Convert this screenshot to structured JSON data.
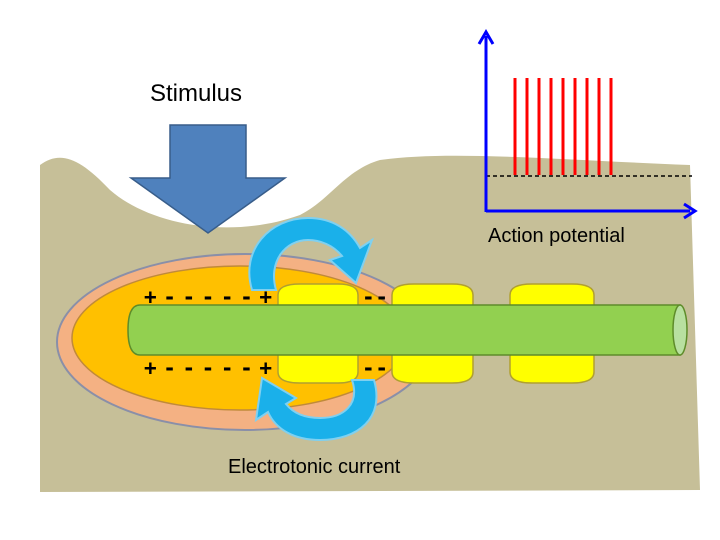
{
  "labels": {
    "stimulus": "Stimulus",
    "action_potential": "Action potential",
    "electrotonic_current": "Electrotonic current"
  },
  "charges": {
    "upper_left": "+-----+",
    "upper_right": "--",
    "lower_left": "+-----+",
    "lower_right": "--"
  },
  "colors": {
    "tissue": "#c6bf98",
    "stimulus_arrow": "#4f81bd",
    "current_arrows": "#1ab0ea",
    "axon": "#92d050",
    "myelin": "#ffff00",
    "receptor_core": "#ffc000",
    "receptor_ring": "#f4b183",
    "spikes": "#ff0000",
    "axes": "#0000ff"
  },
  "icons": {
    "stimulus": "down-arrow-icon",
    "current": "curved-arrow-icon"
  }
}
